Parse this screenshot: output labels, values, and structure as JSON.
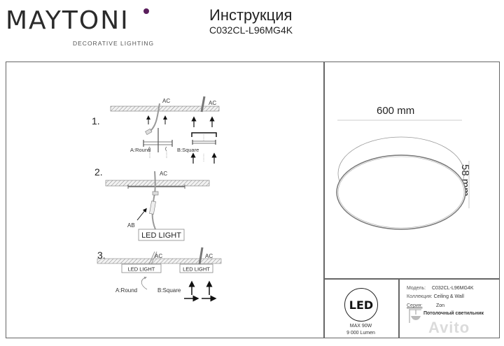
{
  "brand": {
    "name": "MAYTONI",
    "tagline": "DECORATIVE LIGHTING",
    "accent_color": "#5a1e5c"
  },
  "document": {
    "title": "Инструкция",
    "model": "C032CL-L96MG4K"
  },
  "installation": {
    "steps": [
      {
        "number": "1.",
        "labels": {
          "ac_left": "AC",
          "ac_right": "AC",
          "option_a": "A:Round",
          "option_b": "B:Square"
        }
      },
      {
        "number": "2.",
        "labels": {
          "ac": "AC",
          "ab": "AB",
          "led": "LED LIGHT"
        }
      },
      {
        "number": "3.",
        "labels": {
          "ac_left": "AC",
          "ac_right": "AC",
          "led_left": "LED LIGHT",
          "led_right": "LED LIGHT",
          "option_a": "A:Round",
          "option_b": "B:Square"
        }
      }
    ]
  },
  "dimensions": {
    "width": "600 mm",
    "height": "58 mm"
  },
  "specs": {
    "led_badge": "LED",
    "max_power": "MAX 90W",
    "lumen": "9 000 Lumen",
    "rows": [
      {
        "label": "Модель:",
        "value": "C032CL-L96MG4K"
      },
      {
        "label": "Коллекция:",
        "value": "Ceiling & Wall"
      },
      {
        "label": "Серия:",
        "value": "Zon"
      }
    ],
    "type_label": "Потолочный светильник",
    "type_icon": "ceiling-lamp-icon"
  },
  "watermark": "Avito"
}
